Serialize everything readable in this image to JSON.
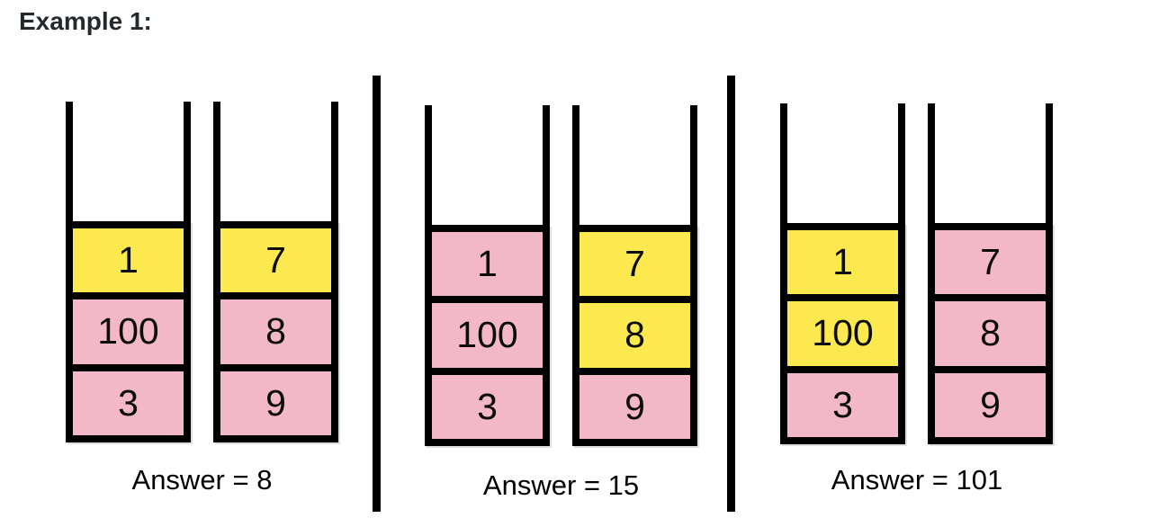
{
  "title": "Example 1:",
  "colors": {
    "yellow": "#FCE94F",
    "pink": "#F2B8C8",
    "line": "#000000",
    "title_text": "#24292E"
  },
  "examples": [
    {
      "answer": "Answer = 8",
      "stacks": [
        {
          "cells": [
            {
              "value": "1",
              "highlight": true
            },
            {
              "value": "100",
              "highlight": false
            },
            {
              "value": "3",
              "highlight": false
            }
          ]
        },
        {
          "cells": [
            {
              "value": "7",
              "highlight": true
            },
            {
              "value": "8",
              "highlight": false
            },
            {
              "value": "9",
              "highlight": false
            }
          ]
        }
      ]
    },
    {
      "answer": "Answer = 15",
      "stacks": [
        {
          "cells": [
            {
              "value": "1",
              "highlight": false
            },
            {
              "value": "100",
              "highlight": false
            },
            {
              "value": "3",
              "highlight": false
            }
          ]
        },
        {
          "cells": [
            {
              "value": "7",
              "highlight": true
            },
            {
              "value": "8",
              "highlight": true
            },
            {
              "value": "9",
              "highlight": false
            }
          ]
        }
      ]
    },
    {
      "answer": "Answer = 101",
      "stacks": [
        {
          "cells": [
            {
              "value": "1",
              "highlight": true
            },
            {
              "value": "100",
              "highlight": true
            },
            {
              "value": "3",
              "highlight": false
            }
          ]
        },
        {
          "cells": [
            {
              "value": "7",
              "highlight": false
            },
            {
              "value": "8",
              "highlight": false
            },
            {
              "value": "9",
              "highlight": false
            }
          ]
        }
      ]
    }
  ]
}
